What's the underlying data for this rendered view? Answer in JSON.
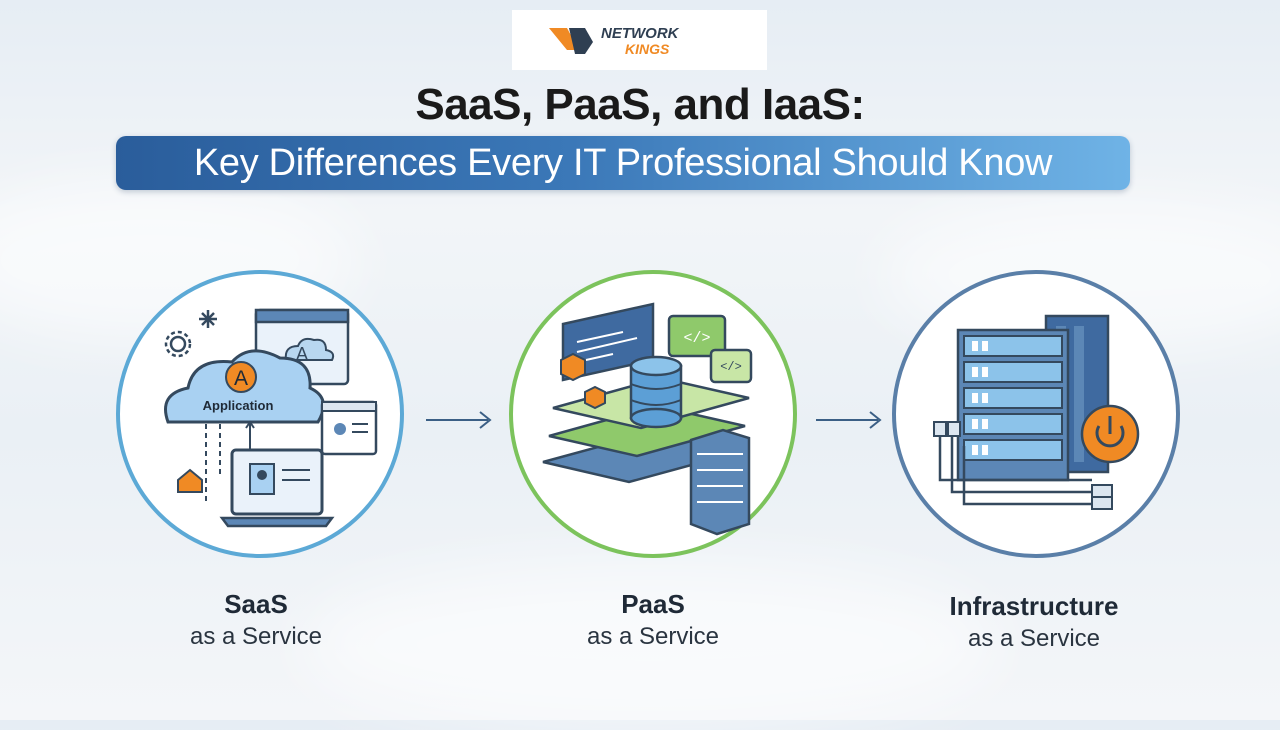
{
  "logo": {
    "line1": "NETWORK",
    "line2": "KINGS"
  },
  "title": "SaaS, PaaS, and IaaS:",
  "subtitle": "Key Differences Every IT Professional Should Know",
  "cards": [
    {
      "heading": "SaaS",
      "subheading": "as a Service",
      "cloud_label": "Application",
      "badge_letter": "A"
    },
    {
      "heading": "PaaS",
      "subheading": "as a Service",
      "code_tag": "</>"
    },
    {
      "heading": "Infrastructure",
      "subheading": "as a Service"
    }
  ],
  "colors": {
    "saas_ring": "#5ca9d6",
    "paas_ring": "#7cc35c",
    "iaas_ring": "#5a7fa8",
    "accent_orange": "#f08a24",
    "banner_blue": "#3b78b8"
  }
}
